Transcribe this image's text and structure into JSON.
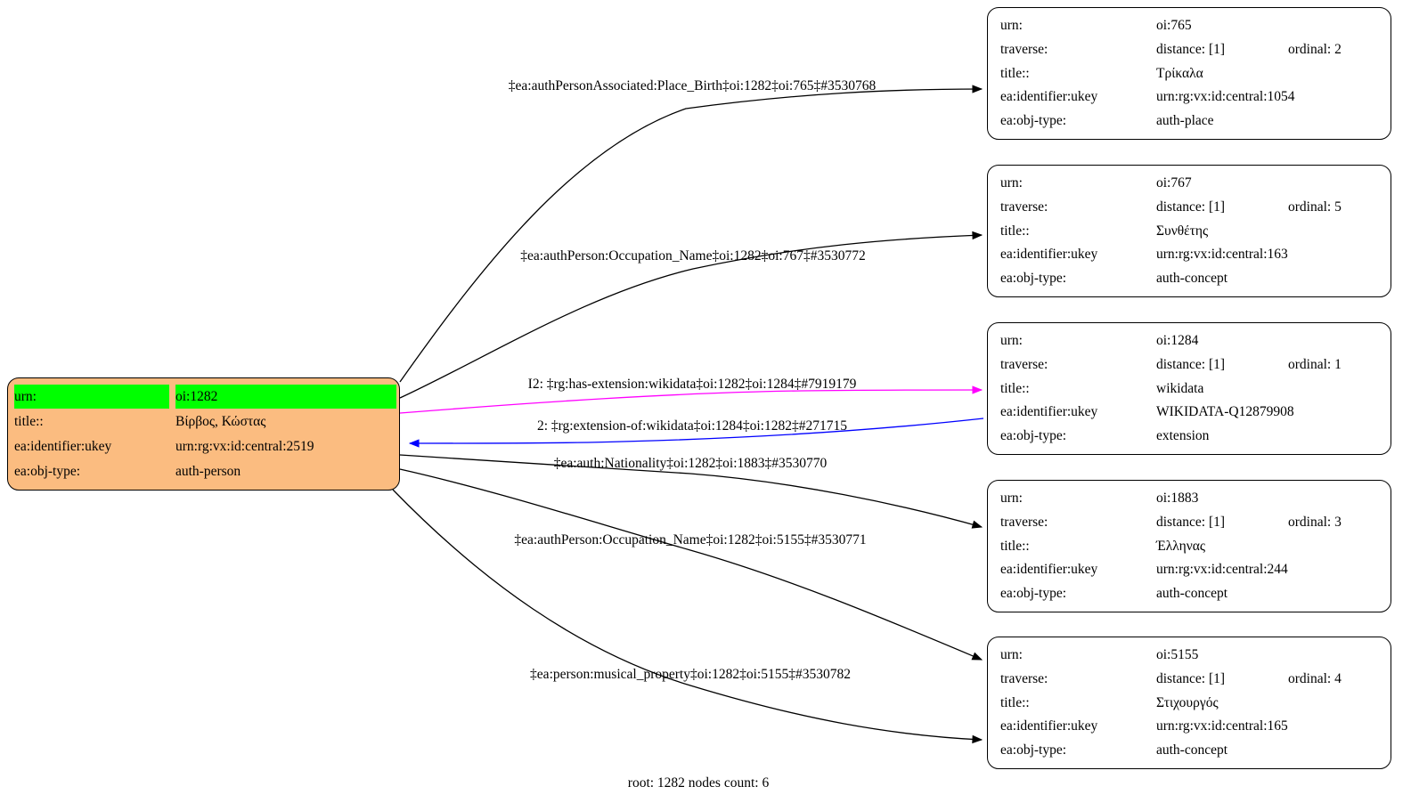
{
  "colors": {
    "root_fill": "#FBBC80",
    "highlight_green": "#00FF00",
    "node_fill": "#FFFFFF",
    "edge_black": "#000000",
    "edge_magenta": "#FF00FF",
    "edge_blue": "#0000FF"
  },
  "field_labels": {
    "urn": "urn:",
    "traverse": "traverse:",
    "title": "title::",
    "identifier": "ea:identifier:ukey",
    "objtype": "ea:obj-type:"
  },
  "root_node": {
    "urn": "oi:1282",
    "title": "Βίρβος, Κώστας",
    "identifier": "urn:rg:vx:id:central:2519",
    "objtype": "auth-person"
  },
  "nodes": [
    {
      "urn": "oi:765",
      "distance": "distance: [1]",
      "ordinal": "ordinal: 2",
      "title": "Τρίκαλα",
      "identifier": "urn:rg:vx:id:central:1054",
      "objtype": "auth-place"
    },
    {
      "urn": "oi:767",
      "distance": "distance: [1]",
      "ordinal": "ordinal: 5",
      "title": "Συνθέτης",
      "identifier": "urn:rg:vx:id:central:163",
      "objtype": "auth-concept"
    },
    {
      "urn": "oi:1284",
      "distance": "distance: [1]",
      "ordinal": "ordinal: 1",
      "title": "wikidata",
      "identifier": "WIKIDATA-Q12879908",
      "objtype": "extension"
    },
    {
      "urn": "oi:1883",
      "distance": "distance: [1]",
      "ordinal": "ordinal: 3",
      "title": "Έλληνας",
      "identifier": "urn:rg:vx:id:central:244",
      "objtype": "auth-concept"
    },
    {
      "urn": "oi:5155",
      "distance": "distance: [1]",
      "ordinal": "ordinal: 4",
      "title": "Στιχουργός",
      "identifier": "urn:rg:vx:id:central:165",
      "objtype": "auth-concept"
    }
  ],
  "edges": [
    {
      "label": "‡ea:authPersonAssociated:Place_Birth‡oi:1282‡oi:765‡#3530768",
      "color": "#000000"
    },
    {
      "label": "‡ea:authPerson:Occupation_Name‡oi:1282‡oi:767‡#3530772",
      "color": "#000000"
    },
    {
      "label": "I2: ‡rg:has-extension:wikidata‡oi:1282‡oi:1284‡#7919179",
      "color": "#FF00FF"
    },
    {
      "label": "2: ‡rg:extension-of:wikidata‡oi:1284‡oi:1282‡#271715",
      "color": "#0000FF"
    },
    {
      "label": "‡ea:auth:Nationality‡oi:1282‡oi:1883‡#3530770",
      "color": "#000000"
    },
    {
      "label": "‡ea:authPerson:Occupation_Name‡oi:1282‡oi:5155‡#3530771",
      "color": "#000000"
    },
    {
      "label": "‡ea:person:musical_property‡oi:1282‡oi:5155‡#3530782",
      "color": "#000000"
    }
  ],
  "footer": "root: 1282 nodes count: 6"
}
